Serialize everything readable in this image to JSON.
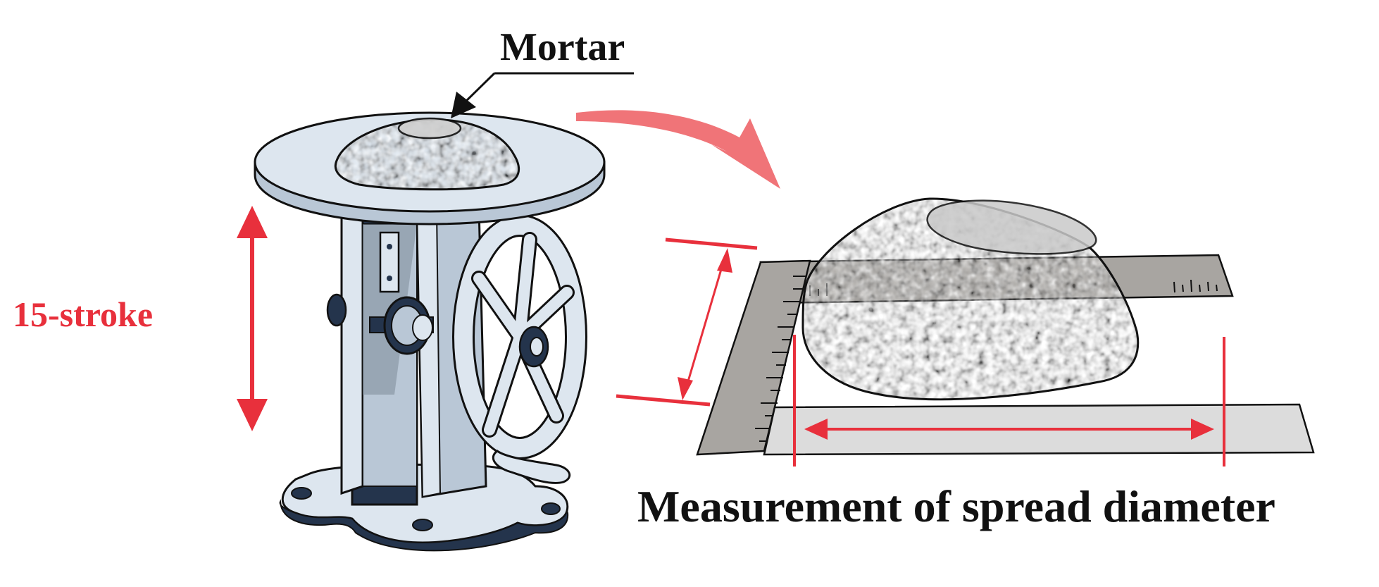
{
  "labels": {
    "mortar": "Mortar",
    "strokes": "15-stroke",
    "measurement": "Measurement of spread diameter"
  },
  "colors": {
    "annotation_red": "#e8303c",
    "arrow_fill": "#f07478",
    "metal_light": "#dde6ef",
    "metal_mid": "#b9c7d6",
    "metal_dark": "#24344c",
    "mortar_gray": "#9a9a9a",
    "plate_gray": "#a8a5a1",
    "ruler_light": "#dcdcdc",
    "outline": "#111111"
  }
}
